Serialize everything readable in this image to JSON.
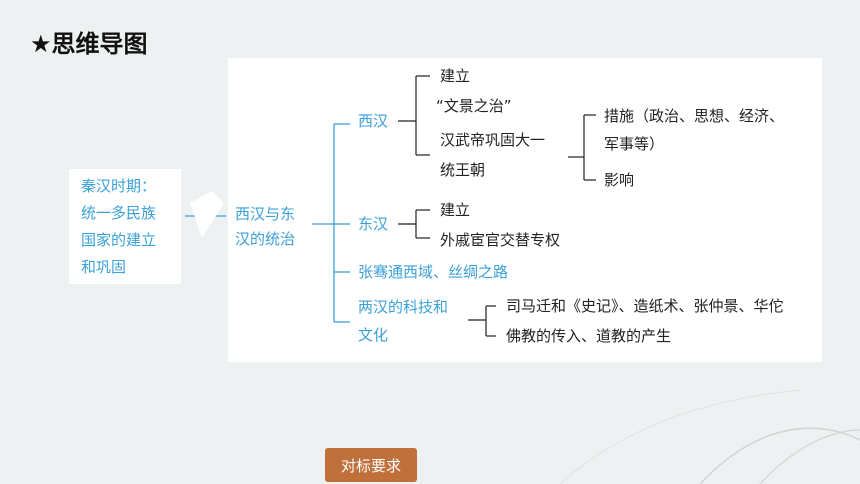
{
  "title": "★思维导图",
  "root": {
    "lines": [
      "秦汉时期：",
      "统一多民族",
      "国家的建立",
      "和巩固"
    ]
  },
  "center": {
    "lines": [
      "西汉与东",
      "汉的统治"
    ]
  },
  "branch_xihan": {
    "label": "西汉",
    "items": {
      "jianli": "建立",
      "wenjing": "“文景之治”",
      "wudi_line1": "汉武帝巩固大一",
      "wudi_line2": "统王朝",
      "cuoshi_line1": "措施（政治、思想、经济、",
      "cuoshi_line2": "军事等）",
      "yingxiang": "影响"
    }
  },
  "branch_donghan": {
    "label": "东汉",
    "items": {
      "jianli": "建立",
      "waiqi": "外戚宦官交替专权"
    }
  },
  "branch_zhangqian": {
    "label": "张骞通西域、丝绸之路"
  },
  "branch_keji": {
    "label_line1": "两汉的科技和",
    "label_line2": "文化",
    "items": {
      "sima": "司马迁和《史记》、造纸术、张仲景、华佗",
      "fojiao": "佛教的传入、道教的产生"
    }
  },
  "button": {
    "label": "对标要求"
  },
  "colors": {
    "accent": "#3aa0d8",
    "button": "#c0703a",
    "background": "#eef1f1"
  }
}
